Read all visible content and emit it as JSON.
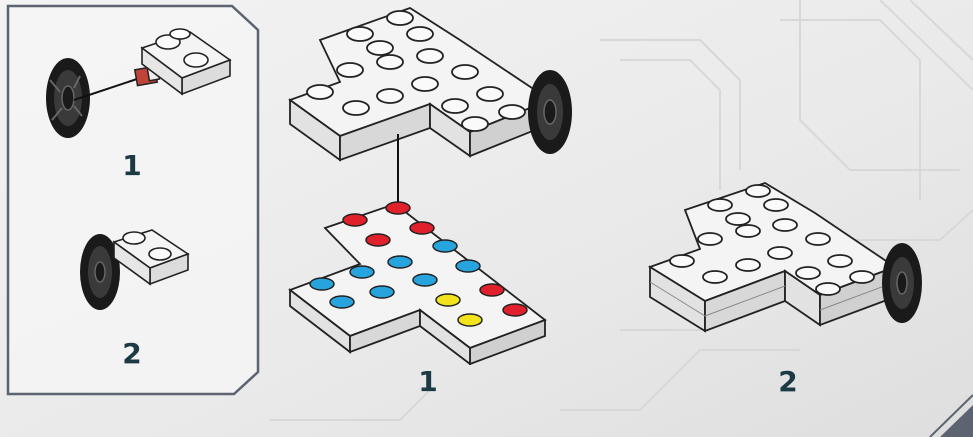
{
  "colors": {
    "step_number": "#1c3a43",
    "panel_border": "#5b6470",
    "brick_white": "#f4f4f4",
    "brick_outline": "#222222",
    "stud_red": "#e0202a",
    "stud_blue": "#27a3dd",
    "stud_yellow": "#f2e31c",
    "wheel": "#1a1a1a",
    "axle_red": "#c0433a"
  },
  "subpanel": {
    "steps": [
      {
        "number": "1"
      },
      {
        "number": "2"
      }
    ]
  },
  "main": {
    "steps": [
      {
        "number": "1"
      },
      {
        "number": "2"
      }
    ]
  },
  "icons": [
    "wheel-icon",
    "axle-pin-icon",
    "brick-plate-icon"
  ]
}
